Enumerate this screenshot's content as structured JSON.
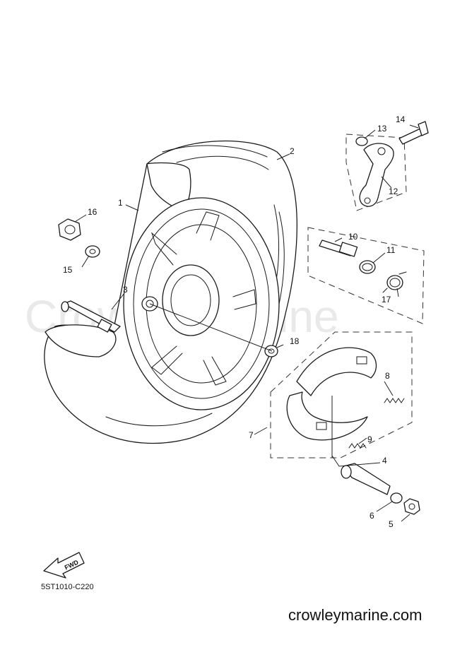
{
  "diagram": {
    "callouts": [
      "1",
      "2",
      "3",
      "4",
      "5",
      "6",
      "7",
      "8",
      "9",
      "10",
      "11",
      "12",
      "13",
      "14",
      "15",
      "16",
      "17",
      "18"
    ],
    "fwd_label": "FWD",
    "code": "5ST1010-C220",
    "watermark": "Crowley Marine",
    "site": "crowleymarine.com"
  }
}
